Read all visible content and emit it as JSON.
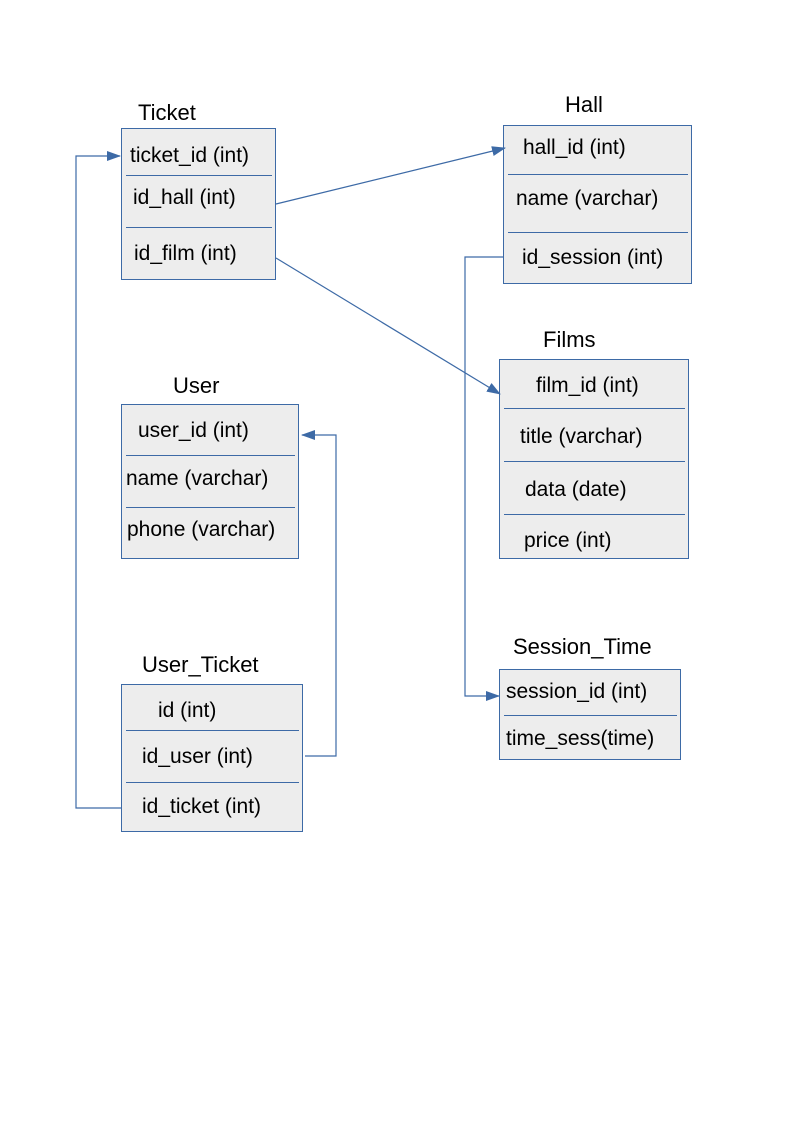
{
  "colors": {
    "line": "#3d6aa6",
    "box_fill": "#ededed"
  },
  "entities": {
    "ticket": {
      "title": "Ticket",
      "fields": [
        "ticket_id (int)",
        "id_hall (int)",
        "id_film (int)"
      ]
    },
    "hall": {
      "title": "Hall",
      "fields": [
        "hall_id (int)",
        "name (varchar)",
        "id_session (int)"
      ]
    },
    "films": {
      "title": "Films",
      "fields": [
        "film_id (int)",
        "title (varchar)",
        "data (date)",
        "price (int)"
      ]
    },
    "user": {
      "title": "User",
      "fields": [
        "user_id (int)",
        "name (varchar)",
        "phone (varchar)"
      ]
    },
    "user_ticket": {
      "title": "User_Ticket",
      "fields": [
        "id (int)",
        "id_user (int)",
        "id_ticket (int)"
      ]
    },
    "session_time": {
      "title": "Session_Time",
      "fields": [
        "session_id (int)",
        "time_sess(time)"
      ]
    }
  }
}
